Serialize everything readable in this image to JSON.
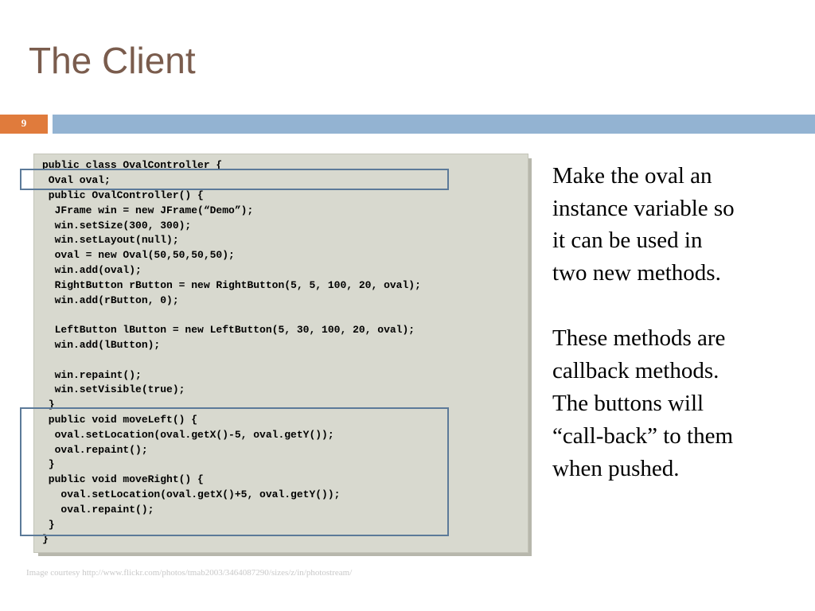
{
  "slide": {
    "title": "The Client",
    "number": "9",
    "caption": "Image courtesy http://www.flickr.com/photos/tmab2003/3464087290/sizes/z/in/photostream/"
  },
  "code_lines": [
    "public class OvalController {",
    " Oval oval;",
    " public OvalController() {",
    "  JFrame win = new JFrame(“Demo”);",
    "  win.setSize(300, 300);",
    "  win.setLayout(null);",
    "  oval = new Oval(50,50,50,50);",
    "  win.add(oval);",
    "  RightButton rButton = new RightButton(5, 5, 100, 20, oval);",
    "  win.add(rButton, 0);",
    "",
    "  LeftButton lButton = new LeftButton(5, 30, 100, 20, oval);",
    "  win.add(lButton);",
    "",
    "  win.repaint();",
    "  win.setVisible(true);",
    " }",
    " public void moveLeft() {",
    "  oval.setLocation(oval.getX()-5, oval.getY());",
    "  oval.repaint();",
    " }",
    " public void moveRight() {",
    "   oval.setLocation(oval.getX()+5, oval.getY());",
    "   oval.repaint();",
    " }",
    "}"
  ],
  "notes": {
    "paragraph1": [
      "Make the oval an",
      "instance variable so",
      "it can be used in",
      "two new methods."
    ],
    "paragraph2": [
      "These methods are",
      "callback methods.",
      "The buttons will",
      "“call-back” to them",
      "when pushed."
    ]
  }
}
